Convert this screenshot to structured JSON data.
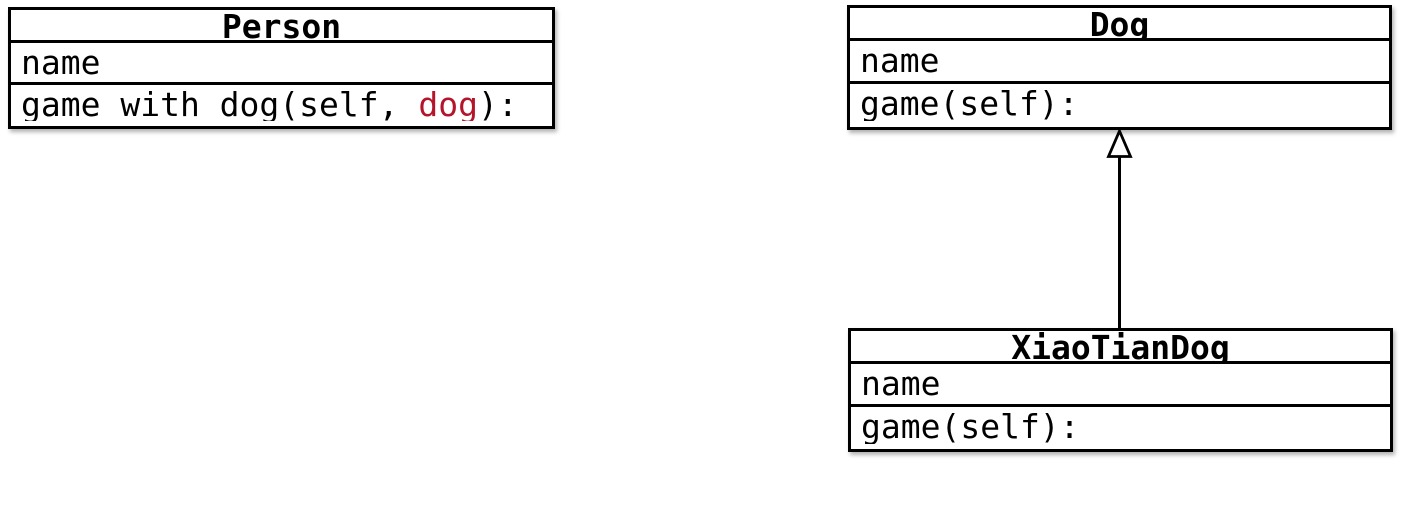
{
  "diagram": {
    "classes": {
      "person": {
        "title": "Person",
        "attribute": "name",
        "method_prefix": "game_with_dog(self, ",
        "method_param": "dog",
        "method_suffix": "):"
      },
      "dog": {
        "title": "Dog",
        "attribute": "name",
        "method": "game(self):"
      },
      "xiaotiandog": {
        "title": "XiaoTianDog",
        "attribute": "name",
        "method": "game(self):"
      }
    },
    "relationship": {
      "type": "inheritance",
      "from": "XiaoTianDog",
      "to": "Dog"
    },
    "colors": {
      "border": "#000000",
      "background": "#ffffff",
      "param_highlight": "#b5152b"
    }
  }
}
